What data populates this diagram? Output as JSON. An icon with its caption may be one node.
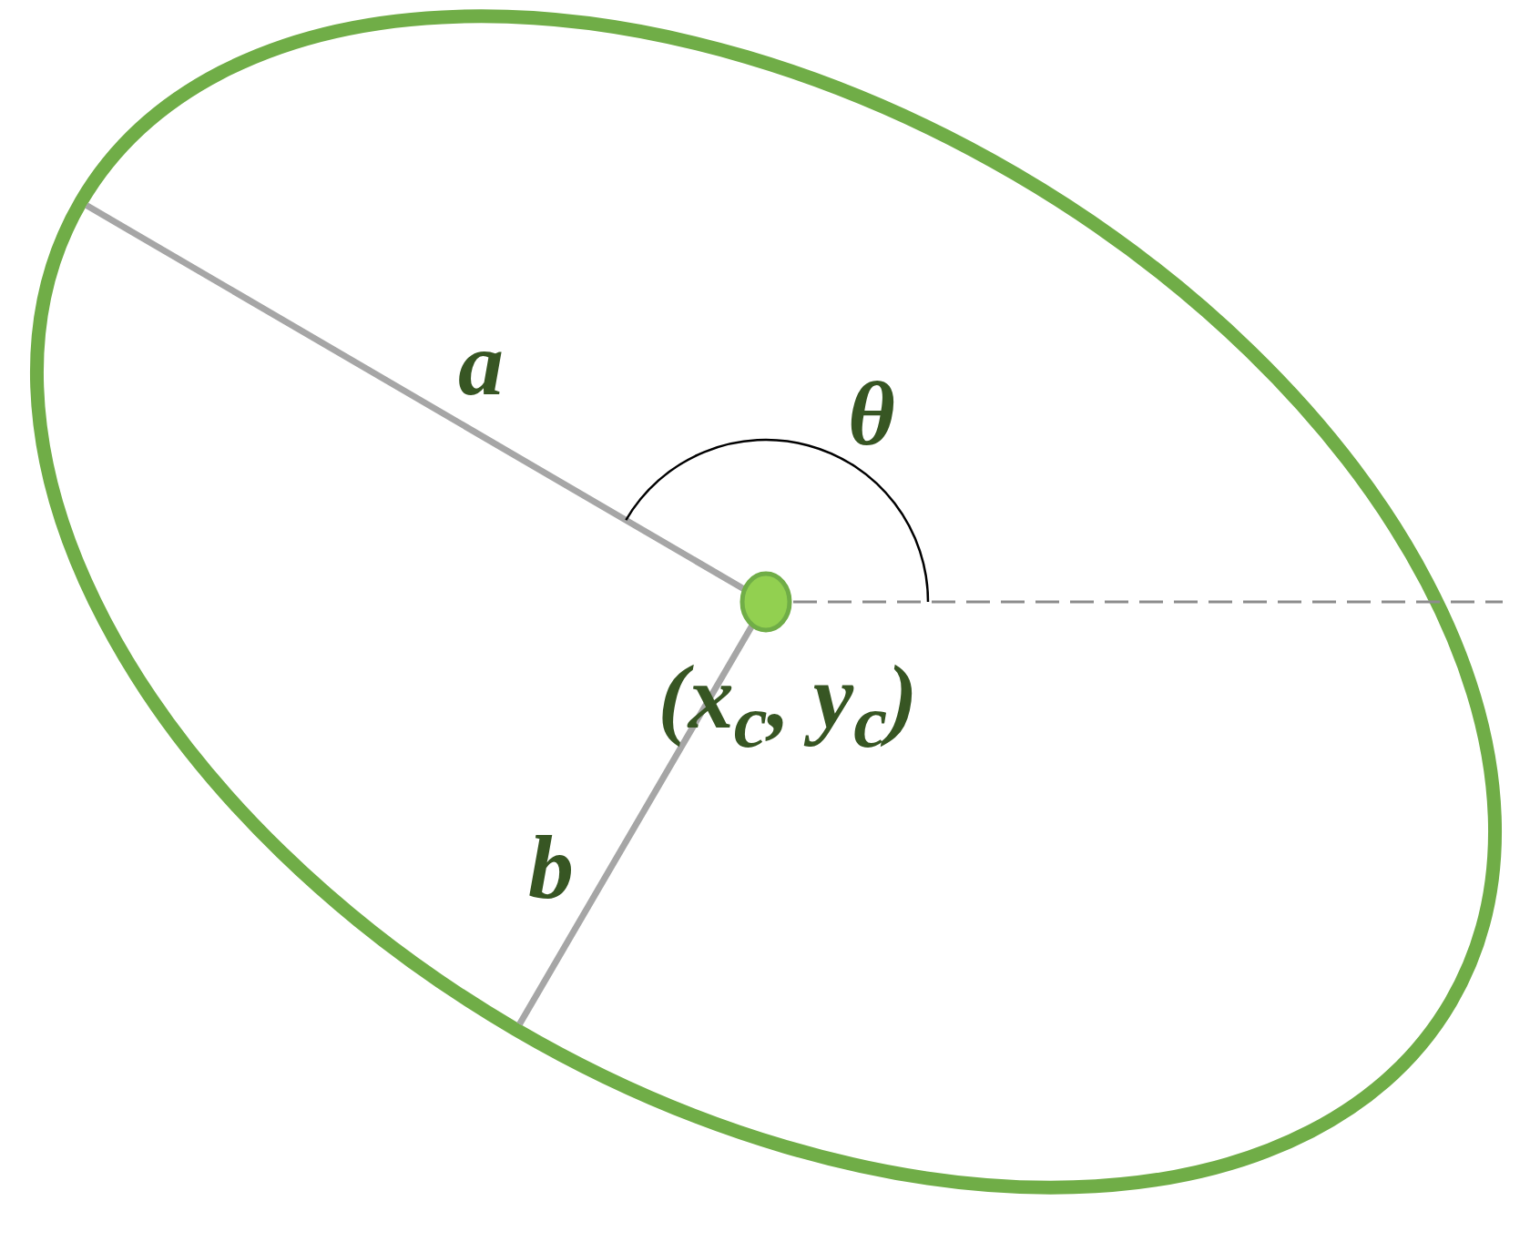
{
  "diagram": {
    "labels": [
      "a",
      "θ",
      "(x$_{c}$, y$_{c}$)",
      "b"
    ]
  }
}
